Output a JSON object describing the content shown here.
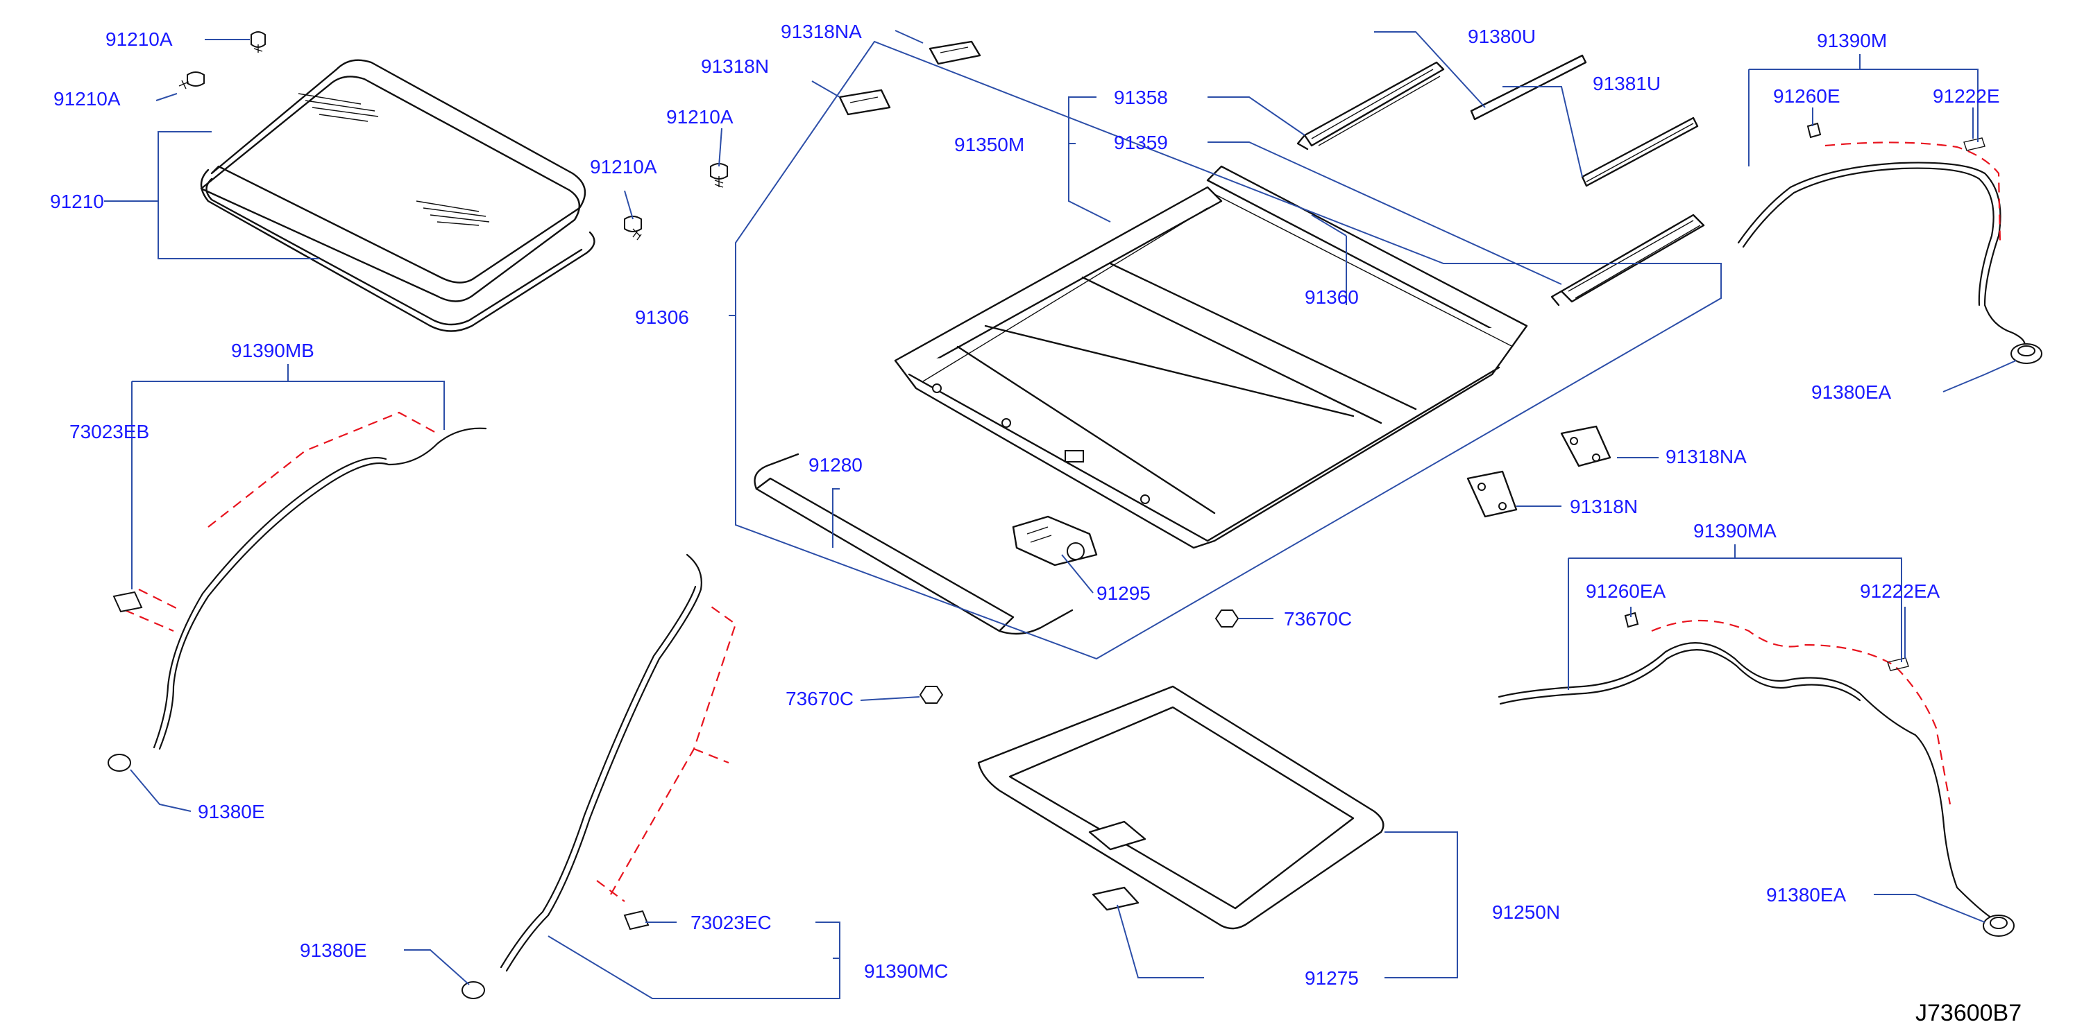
{
  "diagram": {
    "code": "J73600B7",
    "labels": {
      "p91210A_1": "91210A",
      "p91210A_2": "91210A",
      "p91210A_3": "91210A",
      "p91210A_4": "91210A",
      "p91210": "91210",
      "p91318NA_top": "91318NA",
      "p91318N_top": "91318N",
      "p91358": "91358",
      "p91350M": "91350M",
      "p91359": "91359",
      "p91380U": "91380U",
      "p91381U": "91381U",
      "p91390M": "91390M",
      "p91260E": "91260E",
      "p91222E": "91222E",
      "p91360": "91360",
      "p91306": "91306",
      "p91380EA_top": "91380EA",
      "p91390MB": "91390MB",
      "p73023EB": "73023EB",
      "p91280": "91280",
      "p91318NA_right": "91318NA",
      "p91318N_right": "91318N",
      "p91295": "91295",
      "p91390MA": "91390MA",
      "p91260EA": "91260EA",
      "p91222EA": "91222EA",
      "p73670C_mid": "73670C",
      "p73670C_left": "73670C",
      "p91380E_left": "91380E",
      "p91380EA_bottom": "91380EA",
      "p91250N": "91250N",
      "p73023EC": "73023EC",
      "p91380E_bottom": "91380E",
      "p91390MC": "91390MC",
      "p91275": "91275"
    }
  }
}
